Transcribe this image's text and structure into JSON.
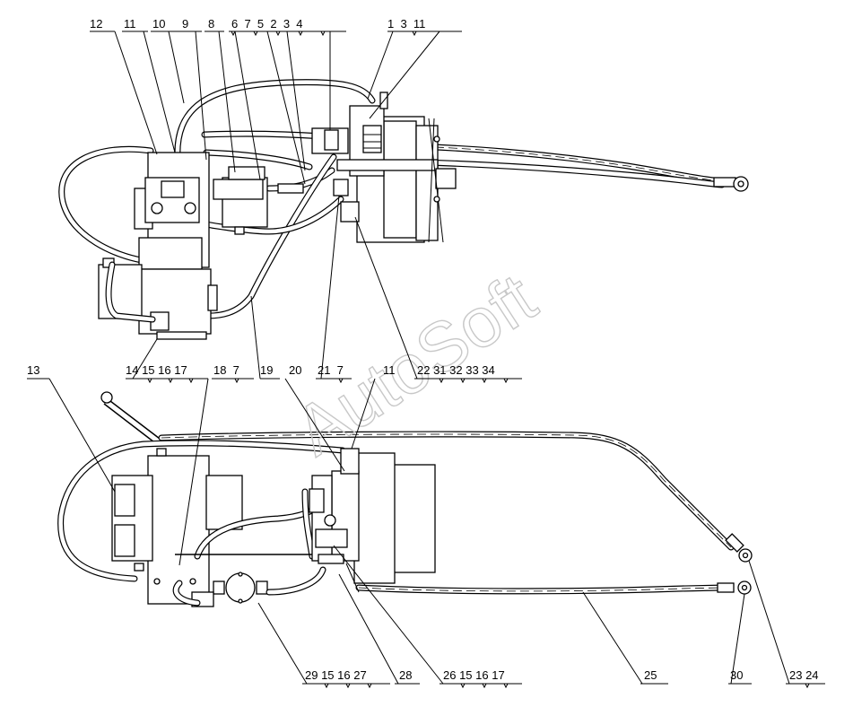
{
  "watermark": "AutoSoft",
  "top_view": {
    "callouts": [
      {
        "id": "tl-12",
        "text": "12"
      },
      {
        "id": "tl-11a",
        "text": "11"
      },
      {
        "id": "tl-10",
        "text": "10"
      },
      {
        "id": "tl-9",
        "text": "9"
      },
      {
        "id": "tl-8",
        "text": "8"
      },
      {
        "id": "tl-6-7-5-2-3-4",
        "text": "6  7  5  2  3  4"
      },
      {
        "id": "tl-1-3-11",
        "text": "1  3  11"
      },
      {
        "id": "tl-14-15-16-17",
        "text": "14 15 16 17"
      },
      {
        "id": "tl-18-7",
        "text": "18  7"
      },
      {
        "id": "tl-19",
        "text": "19"
      },
      {
        "id": "tl-20",
        "text": "20"
      },
      {
        "id": "tl-21-7",
        "text": "21  7"
      },
      {
        "id": "tl-11b",
        "text": "11"
      },
      {
        "id": "tl-22-34",
        "text": "22 31 32 33 34"
      }
    ]
  },
  "bottom_view": {
    "callouts": [
      {
        "id": "bl-13",
        "text": "13"
      },
      {
        "id": "bl-29",
        "text": "29 15 16 27"
      },
      {
        "id": "bl-28",
        "text": "28"
      },
      {
        "id": "bl-26",
        "text": "26 15 16 17"
      },
      {
        "id": "bl-25",
        "text": "25"
      },
      {
        "id": "bl-30",
        "text": "30"
      },
      {
        "id": "bl-23-24",
        "text": "23 24"
      }
    ]
  }
}
